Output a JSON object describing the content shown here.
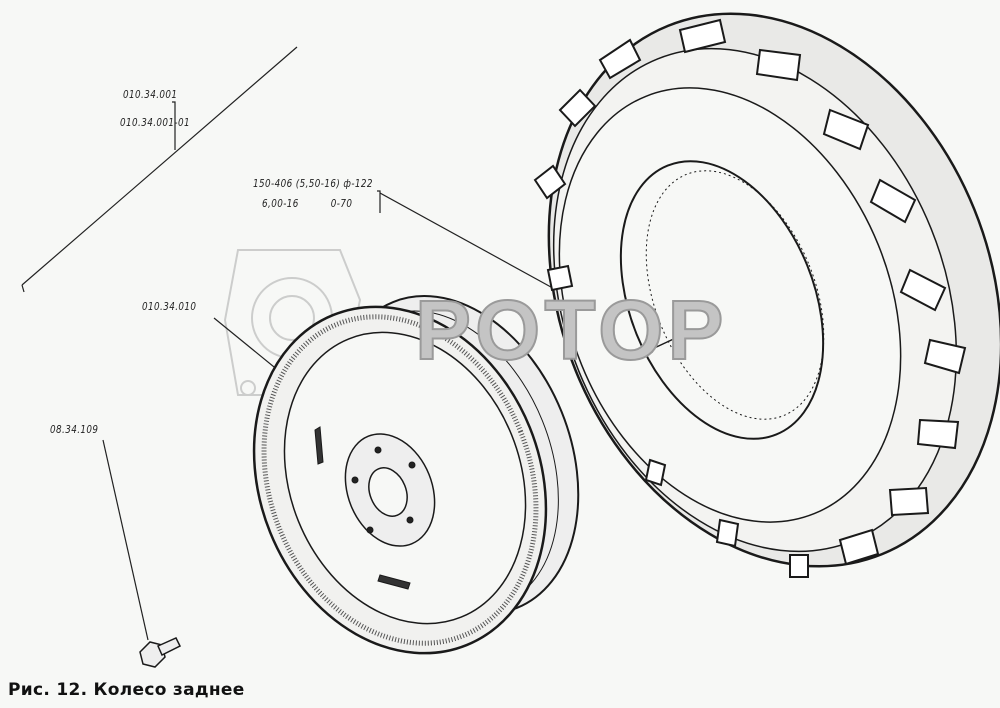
{
  "figure": {
    "caption": "Рис. 12. Колесо заднее",
    "watermark": "POTOP"
  },
  "labels": {
    "part_tire_assembly_1": "010.34.001",
    "part_tire_assembly_2": "010.34.001-01",
    "tire_spec_1": "150-406 (5,50-16)  ф-122",
    "tire_spec_2": "6,00-16          0-70",
    "part_disc": "010.34.010",
    "part_bolt": "08.34.109"
  },
  "colors": {
    "ink": "#1a1a1a",
    "paper": "#f7f8f6",
    "watermark": "#aaaaaa"
  }
}
